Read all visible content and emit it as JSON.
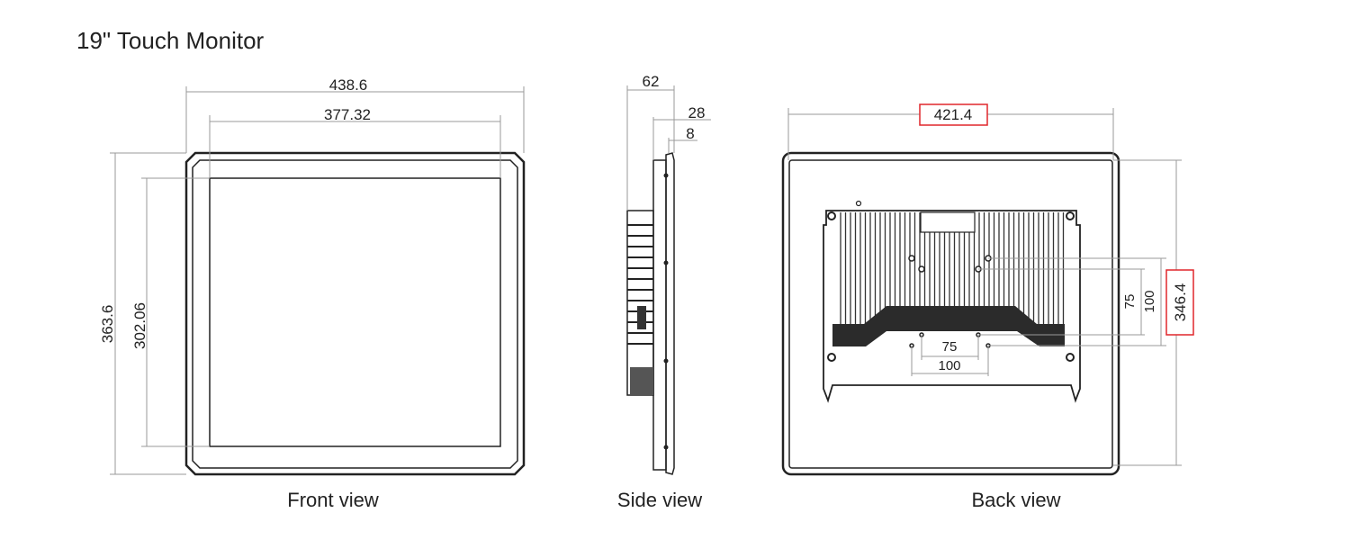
{
  "title": "19\" Touch Monitor",
  "front_view": {
    "label": "Front view",
    "width": "438.6",
    "screen_width": "377.32",
    "height": "363.6",
    "screen_height": "302.06"
  },
  "side_view": {
    "label": "Side view",
    "depth_total": "62",
    "depth_chassis": "28",
    "depth_bezel": "8"
  },
  "back_view": {
    "label": "Back view",
    "width": "421.4",
    "height": "346.4",
    "vesa_small_h": "75",
    "vesa_large_h": "100",
    "vesa_small_v": "75",
    "vesa_large_v": "100",
    "highlight_color": "#e0262b"
  }
}
